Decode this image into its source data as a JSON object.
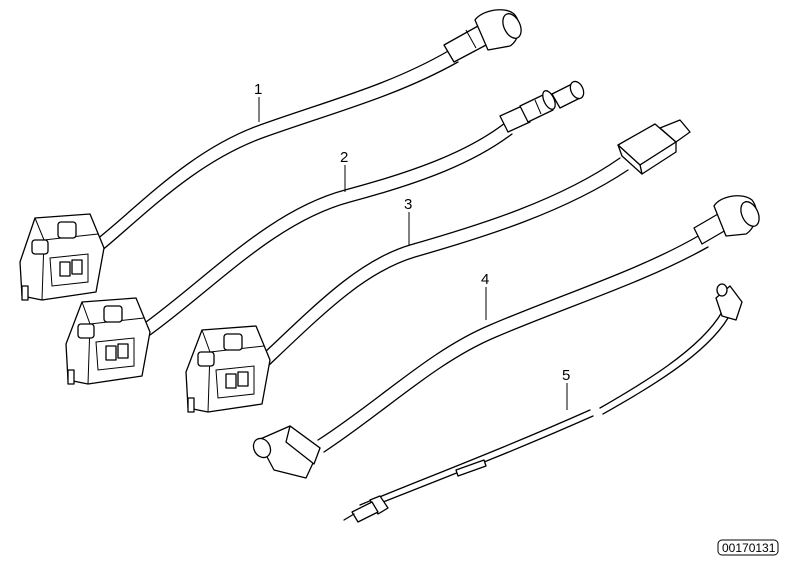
{
  "diagram": {
    "callouts": [
      {
        "id": "callout-1",
        "label": "1"
      },
      {
        "id": "callout-2",
        "label": "2"
      },
      {
        "id": "callout-3",
        "label": "3"
      },
      {
        "id": "callout-4",
        "label": "4"
      },
      {
        "id": "callout-5",
        "label": "5"
      }
    ],
    "part_number": "00170131"
  }
}
